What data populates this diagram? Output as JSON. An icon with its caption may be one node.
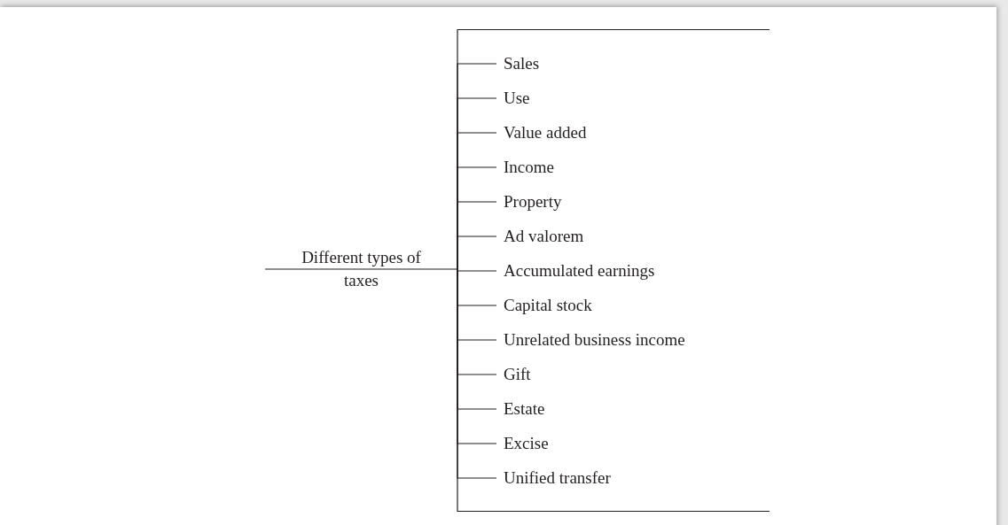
{
  "diagram": {
    "nodes": [
      {
        "text": [
          "Different types of taxes"
        ]
      },
      {
        "text": [
          "Sales"
        ]
      },
      {
        "text": [
          "Use"
        ]
      },
      {
        "text": [
          "Value added"
        ]
      },
      {
        "text": [
          "Income"
        ]
      },
      {
        "text": [
          "Property"
        ]
      },
      {
        "text": [
          "Ad valorem"
        ]
      },
      {
        "text": [
          "Accumulated earnings"
        ]
      },
      {
        "text": [
          "Capital stock"
        ]
      },
      {
        "text": [
          "Unrelated business income"
        ]
      },
      {
        "text": [
          "Gift"
        ]
      },
      {
        "text": [
          "Estate"
        ]
      },
      {
        "text": [
          "Excise"
        ]
      },
      {
        "text": [
          "Unified transfer"
        ]
      }
    ],
    "edges": [
      {
        "from": 0,
        "to": 1,
        "arrow": "none"
      },
      {
        "from": 0,
        "to": 2,
        "arrow": "none"
      },
      {
        "from": 0,
        "to": 3,
        "arrow": "none"
      },
      {
        "from": 0,
        "to": 4,
        "arrow": "none"
      },
      {
        "from": 0,
        "to": 5,
        "arrow": "none"
      },
      {
        "from": 0,
        "to": 6,
        "arrow": "none"
      },
      {
        "from": 0,
        "to": 7,
        "arrow": "none"
      },
      {
        "from": 0,
        "to": 8,
        "arrow": "none"
      },
      {
        "from": 0,
        "to": 9,
        "arrow": "none"
      },
      {
        "from": 0,
        "to": 10,
        "arrow": "none"
      },
      {
        "from": 0,
        "to": 11,
        "arrow": "none"
      },
      {
        "from": 0,
        "to": 12,
        "arrow": "none"
      },
      {
        "from": 0,
        "to": 13,
        "arrow": "none"
      }
    ]
  }
}
